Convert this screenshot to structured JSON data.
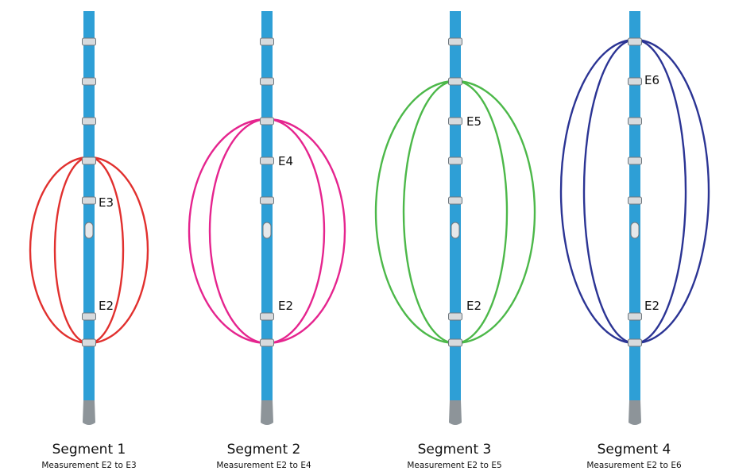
{
  "segments": [
    {
      "title": "Segment 1",
      "subtitle": "Measurement E2 to E3",
      "electrode_labels": [
        "E3",
        "E2"
      ],
      "loop_color": "#e1302e"
    },
    {
      "title": "Segment 2",
      "subtitle": "Measurement E2 to E4",
      "electrode_labels": [
        "E4",
        "E2"
      ],
      "loop_color": "#e5248e"
    },
    {
      "title": "Segment 3",
      "subtitle": "Measurement E2 to E5",
      "electrode_labels": [
        "E5",
        "E2"
      ],
      "loop_color": "#4cb849"
    },
    {
      "title": "Segment 4",
      "subtitle": "Measurement E2 to E6",
      "electrode_labels": [
        "E6",
        "E2"
      ],
      "loop_color": "#2b3494"
    }
  ],
  "colors": {
    "catheter": "#2e9fd6",
    "catheter_edge": "#1f7fb0",
    "electrode": "#d7dadd",
    "electrode_edge": "#6f777d"
  }
}
